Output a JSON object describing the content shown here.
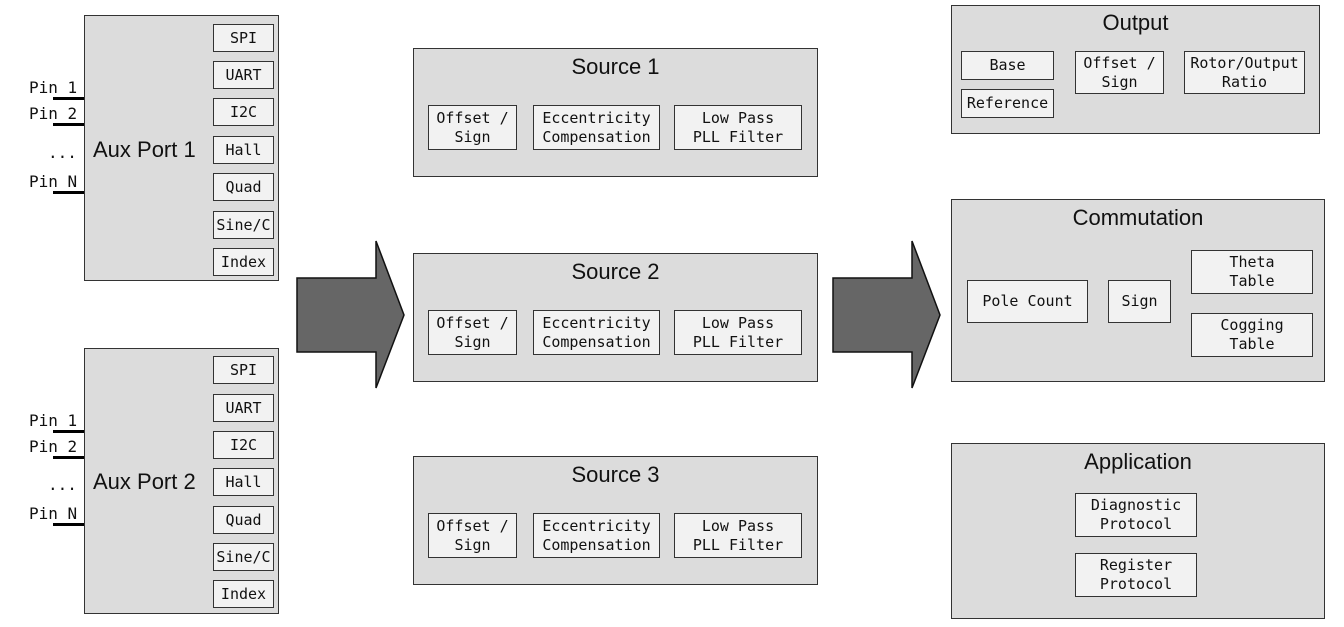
{
  "aux_ports": [
    {
      "title": "Aux Port 1",
      "pins": [
        "Pin 1",
        "Pin 2",
        "...",
        "Pin N"
      ],
      "protocols": [
        "SPI",
        "UART",
        "I2C",
        "Hall",
        "Quad",
        "Sine/C",
        "Index"
      ]
    },
    {
      "title": "Aux Port 2",
      "pins": [
        "Pin 1",
        "Pin 2",
        "...",
        "Pin N"
      ],
      "protocols": [
        "SPI",
        "UART",
        "I2C",
        "Hall",
        "Quad",
        "Sine/C",
        "Index"
      ]
    }
  ],
  "sources": [
    {
      "title": "Source 1",
      "blocks": [
        "Offset /\nSign",
        "Eccentricity\nCompensation",
        "Low Pass\nPLL Filter"
      ]
    },
    {
      "title": "Source 2",
      "blocks": [
        "Offset /\nSign",
        "Eccentricity\nCompensation",
        "Low Pass\nPLL Filter"
      ]
    },
    {
      "title": "Source 3",
      "blocks": [
        "Offset /\nSign",
        "Eccentricity\nCompensation",
        "Low Pass\nPLL Filter"
      ]
    }
  ],
  "output": {
    "title": "Output",
    "base": "Base",
    "reference": "Reference",
    "offset_sign": "Offset /\nSign",
    "ratio": "Rotor/Output\nRatio"
  },
  "commutation": {
    "title": "Commutation",
    "pole_count": "Pole Count",
    "sign": "Sign",
    "theta_table": "Theta\nTable",
    "cogging_table": "Cogging\nTable"
  },
  "application": {
    "title": "Application",
    "diagnostic": "Diagnostic\nProtocol",
    "register": "Register\nProtocol"
  },
  "colors": {
    "panel": "#dcdcdc",
    "block": "#f2f2f2",
    "arrow": "#666666",
    "border": "#333333"
  }
}
